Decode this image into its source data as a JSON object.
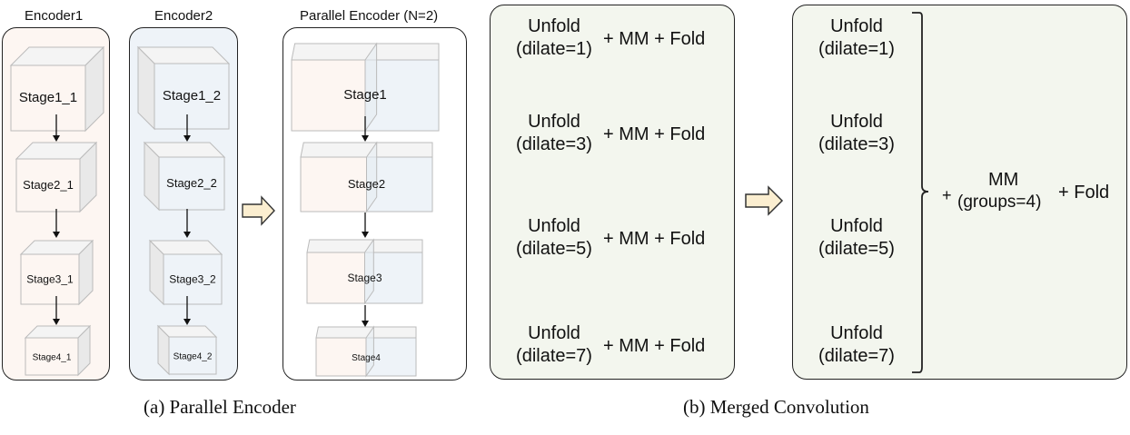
{
  "encoder1": {
    "title": "Encoder1",
    "stages": [
      "Stage1_1",
      "Stage2_1",
      "Stage3_1",
      "Stage4_1"
    ],
    "tint": "#fdf5f2"
  },
  "encoder2": {
    "title": "Encoder2",
    "stages": [
      "Stage1_2",
      "Stage2_2",
      "Stage3_2",
      "Stage4_2"
    ],
    "tint": "#eef3f8"
  },
  "parallel": {
    "title": "Parallel Encoder (N=2)",
    "stages": [
      "Stage1",
      "Stage2",
      "Stage3",
      "Stage4"
    ]
  },
  "caption_a": "(a) Parallel Encoder",
  "caption_b": "(b) Merged Convolution",
  "merged_left": {
    "rows": [
      {
        "unfold": "Unfold",
        "dilate": "(dilate=1)",
        "op": "+ MM + Fold"
      },
      {
        "unfold": "Unfold",
        "dilate": "(dilate=3)",
        "op": "+ MM + Fold"
      },
      {
        "unfold": "Unfold",
        "dilate": "(dilate=5)",
        "op": "+ MM + Fold"
      },
      {
        "unfold": "Unfold",
        "dilate": "(dilate=7)",
        "op": "+ MM + Fold"
      }
    ]
  },
  "merged_right": {
    "rows": [
      {
        "unfold": "Unfold",
        "dilate": "(dilate=1)"
      },
      {
        "unfold": "Unfold",
        "dilate": "(dilate=3)"
      },
      {
        "unfold": "Unfold",
        "dilate": "(dilate=5)"
      },
      {
        "unfold": "Unfold",
        "dilate": "(dilate=7)"
      }
    ],
    "plus": "+",
    "mm": "MM",
    "groups": "(groups=4)",
    "fold": "+ Fold"
  },
  "colors": {
    "panel_green": "#f3f6ee",
    "arrow_fill": "#fbeed0"
  }
}
